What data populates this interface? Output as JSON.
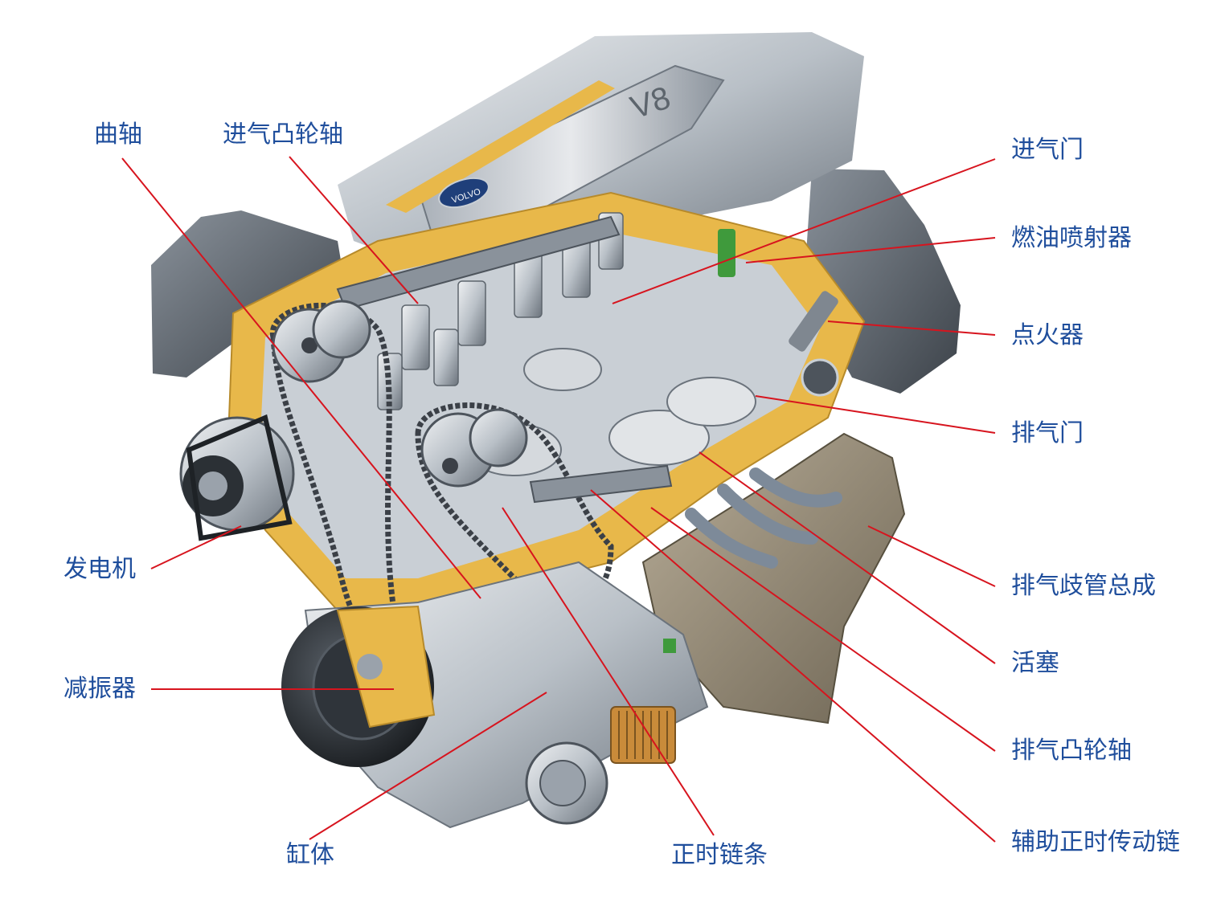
{
  "colors": {
    "label_text": "#1f4e9c",
    "leader_line": "#d7141e",
    "cutaway_yellow": "#e8b84a",
    "metal_light": "#d6dadf",
    "metal_mid": "#9aa2ab",
    "metal_dark": "#4d545c",
    "injector_green": "#3f9a3c"
  },
  "engine": {
    "cover_text": "V8",
    "badge_text": "VOLVO"
  },
  "labels": {
    "crankshaft": "曲轴",
    "intake_camshaft": "进气凸轮轴",
    "intake_valve": "进气门",
    "fuel_injector": "燃油喷射器",
    "igniter": "点火器",
    "exhaust_valve": "排气门",
    "exhaust_manifold": "排气歧管总成",
    "piston": "活塞",
    "exhaust_camshaft": "排气凸轮轴",
    "aux_timing_chain": "辅助正时传动链",
    "alternator": "发电机",
    "damper": "减振器",
    "cylinder_block": "缸体",
    "timing_chain": "正时链条"
  }
}
